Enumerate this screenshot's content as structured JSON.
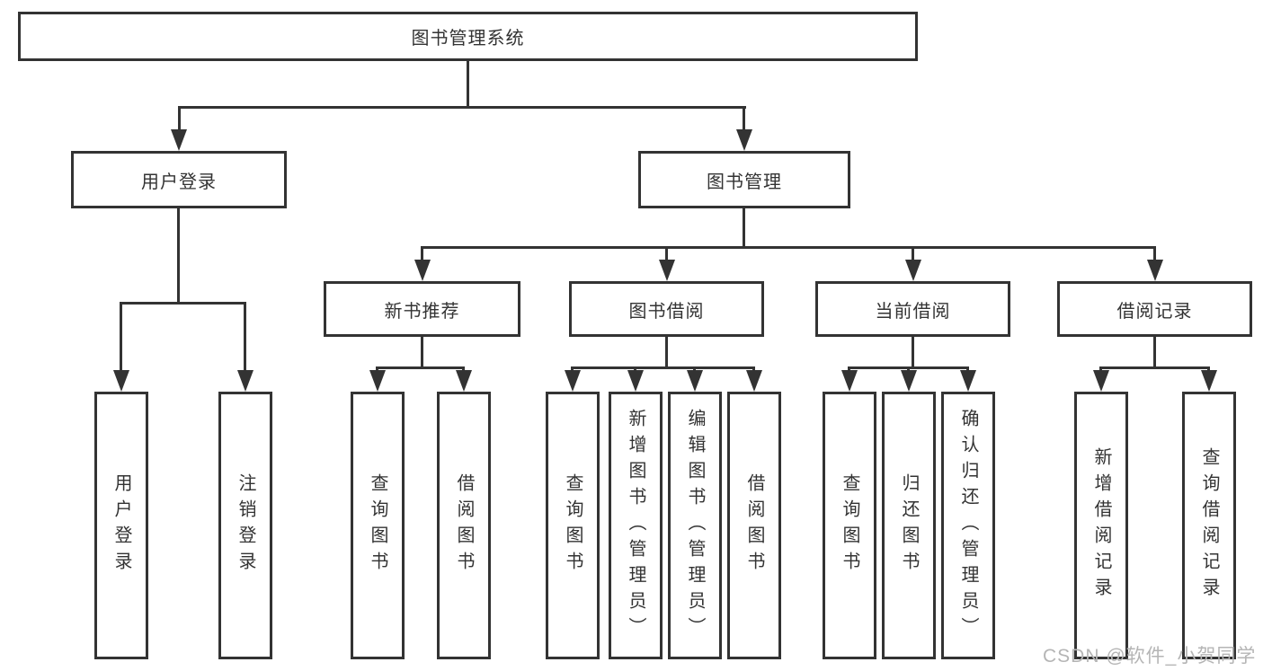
{
  "colors": {
    "background": "#ffffff",
    "line": "#333333",
    "box_border": "#333333",
    "box_background": "#ffffff",
    "text": "#333333",
    "watermark": "#b5b5b5"
  },
  "watermark": {
    "text": "CSDN @软件_小贺同学"
  },
  "tree": {
    "label": "图书管理系统",
    "children": [
      {
        "label": "用户登录",
        "children": [
          {
            "label": "用户登录"
          },
          {
            "label": "注销登录"
          }
        ]
      },
      {
        "label": "图书管理",
        "children": [
          {
            "label": "新书推荐",
            "children": [
              {
                "label": "查询图书"
              },
              {
                "label": "借阅图书"
              }
            ]
          },
          {
            "label": "图书借阅",
            "children": [
              {
                "label": "查询图书"
              },
              {
                "label": "新增图书（管理员）"
              },
              {
                "label": "编辑图书（管理员）"
              },
              {
                "label": "借阅图书"
              }
            ]
          },
          {
            "label": "当前借阅",
            "children": [
              {
                "label": "查询图书"
              },
              {
                "label": "归还图书"
              },
              {
                "label": "确认归还（管理员）"
              }
            ]
          },
          {
            "label": "借阅记录",
            "children": [
              {
                "label": "新增借阅记录"
              },
              {
                "label": "查询借阅记录"
              }
            ]
          }
        ]
      }
    ]
  }
}
